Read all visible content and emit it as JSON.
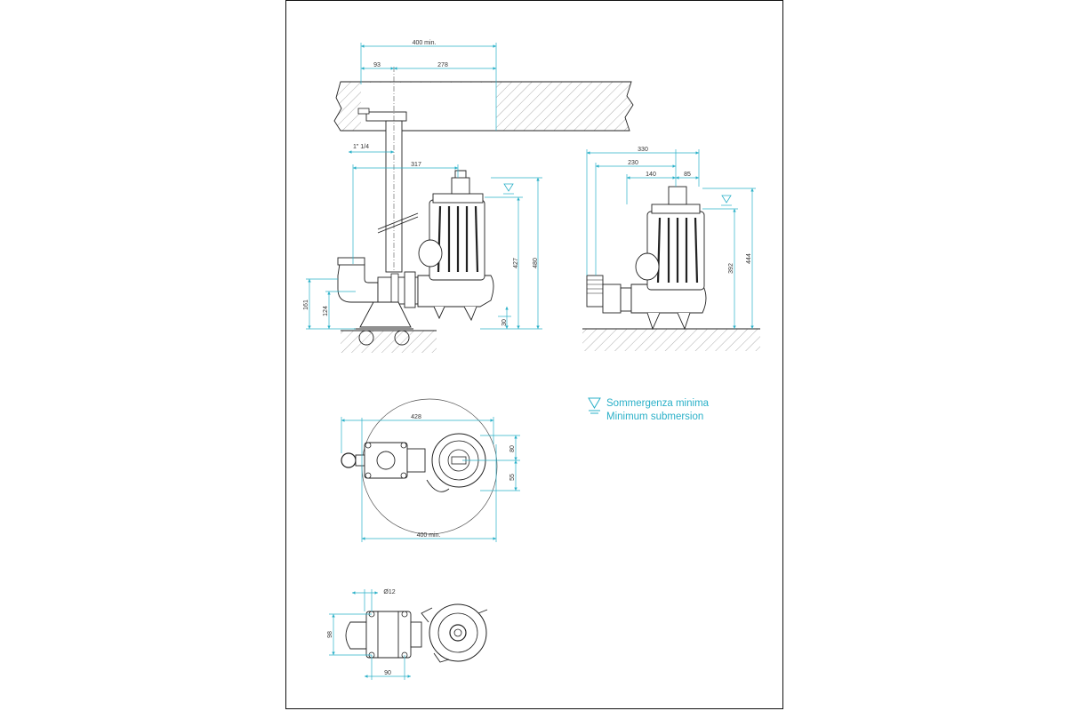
{
  "side_view": {
    "dim_top_total": "400 min.",
    "dim_top_left": "93",
    "dim_top_right": "278",
    "pipe_size": "1\" 1/4",
    "dim_317": "317",
    "dim_427": "427",
    "dim_480": "480",
    "dim_161": "161",
    "dim_124": "124",
    "dim_30": "30"
  },
  "front_view": {
    "dim_330": "330",
    "dim_230": "230",
    "dim_140": "140",
    "dim_85": "85",
    "dim_392": "392",
    "dim_444": "444"
  },
  "top_view": {
    "dim_428": "428",
    "dim_80": "80",
    "dim_55": "55",
    "dim_400": "400 min."
  },
  "bottom_view": {
    "dim_hole": "Ø12",
    "dim_98": "98",
    "dim_90": "90"
  },
  "legend": {
    "line1": "Sommergenza minima",
    "line2": "Minimum submersion"
  }
}
